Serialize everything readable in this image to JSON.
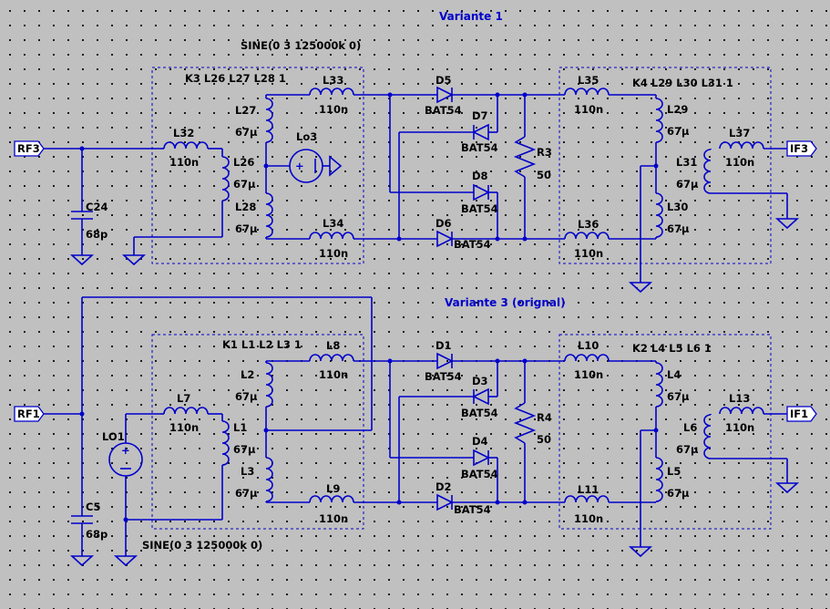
{
  "titles": {
    "top": "Variante 1",
    "bottom": "Variante 3 (orignal)"
  },
  "ports": {
    "rf3": "RF3",
    "if3": "IF3",
    "rf1": "RF1",
    "if1": "IF1"
  },
  "top": {
    "sine": "SINE(0 3 125000k 0)",
    "k_left": "K3 L26 L27 L28 1",
    "k_right": "K4 L29 L30 L31 1",
    "L32": "L32",
    "L32v": "110n",
    "L26": "L26",
    "L26v": "67µ",
    "L27": "L27",
    "L27v": "67µ",
    "L28": "L28",
    "L28v": "67µ",
    "L33": "L33",
    "L33v": "110n",
    "L34": "L34",
    "L34v": "110n",
    "Lo3": "Lo3",
    "D5": "D5",
    "D5v": "BAT54",
    "D7": "D7",
    "D7v": "BAT54",
    "D8": "D8",
    "D8v": "BAT54",
    "D6": "D6",
    "D6v": "BAT54",
    "R3": "R3",
    "R3v": "50",
    "L35": "L35",
    "L35v": "110n",
    "L36": "L36",
    "L36v": "110n",
    "L29": "L29",
    "L29v": "67µ",
    "L30": "L30",
    "L30v": "67µ",
    "L31": "L31",
    "L31v": "67µ",
    "L37": "L37",
    "L37v": "110n",
    "C24": "C24",
    "C24v": "68p"
  },
  "bottom": {
    "sine": "SINE(0 3 125000k 0)",
    "k_left": "K1 L1 L2 L3 1",
    "k_right": "K2 L4 L5 L6 1",
    "L7": "L7",
    "L7v": "110n",
    "L1": "L1",
    "L1v": "67µ",
    "L2": "L2",
    "L2v": "67µ",
    "L3": "L3",
    "L3v": "67µ",
    "L8": "L8",
    "L8v": "110n",
    "L9": "L9",
    "L9v": "110n",
    "LO1": "LO1",
    "D1": "D1",
    "D1v": "BAT54",
    "D3": "D3",
    "D3v": "BAT54",
    "D4": "D4",
    "D4v": "BAT54",
    "D2": "D2",
    "D2v": "BAT54",
    "R4": "R4",
    "R4v": "50",
    "L10": "L10",
    "L10v": "110n",
    "L11": "L11",
    "L11v": "110n",
    "L4": "L4",
    "L4v": "67µ",
    "L5": "L5",
    "L5v": "67µ",
    "L6": "L6",
    "L6v": "67µ",
    "L13": "L13",
    "L13v": "110n",
    "C5": "C5",
    "C5v": "68p"
  }
}
